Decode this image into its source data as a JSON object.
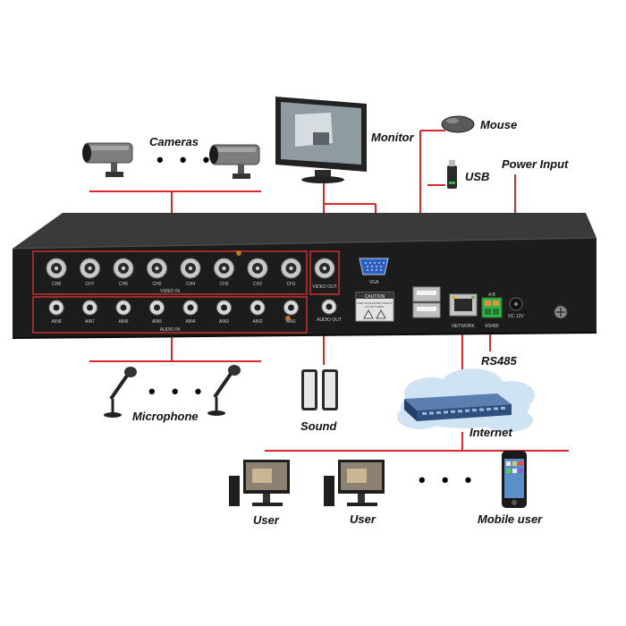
{
  "labels": {
    "cameras": "Cameras",
    "monitor": "Monitor",
    "mouse": "Mouse",
    "usb": "USB",
    "power_input": "Power Input",
    "microphone": "Microphone",
    "sound": "Sound",
    "rs485": "RS485",
    "internet": "Internet",
    "user_1": "User",
    "user_2": "User",
    "mobile_user": "Mobile user"
  },
  "ellipsis": "• • •",
  "panel": {
    "video_channels": [
      "CH8",
      "CH7",
      "CH6",
      "CH5",
      "CH4",
      "CH3",
      "CH2",
      "CH1"
    ],
    "audio_channels": [
      "AIN8",
      "AIN7",
      "AIN6",
      "AIN5",
      "AIN4",
      "AIN3",
      "AIN2",
      "AIN1"
    ],
    "video_in": "VIDEO IN",
    "audio_in": "AUDIO IN",
    "video_out": "VIDEO OUT",
    "audio_out": "AUDIO OUT",
    "vga": "VGA",
    "network": "NETWORK",
    "rs485_port": "RS485",
    "caution_title": "CAUTION",
    "caution_line1": "RISK OF ELECTRIC SHOCK",
    "caution_line2": "DO NOT OPEN",
    "dc_label": "DC 12V",
    "terminal_ab": "A  B"
  },
  "colors": {
    "wire": "#d7282f",
    "dvr_body": "#1c1c1c",
    "cloud": "#cfe3f5",
    "connector_frame": "#c8302f"
  }
}
